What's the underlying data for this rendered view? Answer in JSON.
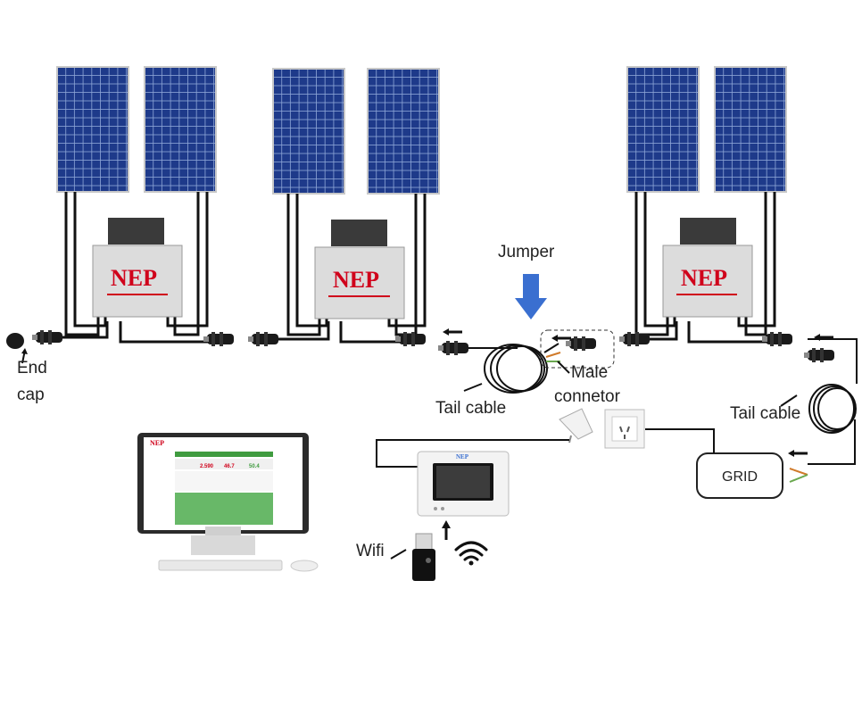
{
  "colors": {
    "panel_blue": "#1e3a8a",
    "panel_cell_line": "#8ea7d8",
    "brand_red": "#d0021b",
    "arrow_blue": "#3a6fd0",
    "cable": "#111111",
    "monitor_green": "#3f9b3f"
  },
  "labels": {
    "jumper": "Jumper",
    "end": "End",
    "cap": "cap",
    "tail_cable_1": "Tail cable",
    "male": "Male",
    "connetor": "connetor",
    "tail_cable_2": "Tail cable",
    "grid": "GRID",
    "wifi": "Wifi"
  },
  "microinverter": {
    "brand": "NEP"
  },
  "monitor_screen": {
    "brand": "NEP",
    "values": [
      "2.590",
      "46.7",
      "50.4"
    ]
  },
  "gateway": {
    "brand": "NEP"
  },
  "icons": {
    "wifi": "wifi-icon",
    "down_arrow": "blue-down-arrow-icon",
    "small_arrow": "black-arrow-icon"
  }
}
